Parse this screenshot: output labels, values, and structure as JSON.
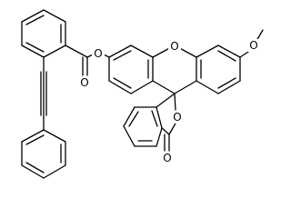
{
  "molecule": {
    "atoms": [
      {
        "id": "O_ether",
        "symbol": "O"
      },
      {
        "id": "O_ester",
        "symbol": "O"
      },
      {
        "id": "O_carbonyl_ester",
        "symbol": "O"
      },
      {
        "id": "O_methoxy",
        "symbol": "O"
      },
      {
        "id": "O_lactone_ring",
        "symbol": "O"
      },
      {
        "id": "O_lactone_carbonyl",
        "symbol": "O"
      }
    ]
  }
}
